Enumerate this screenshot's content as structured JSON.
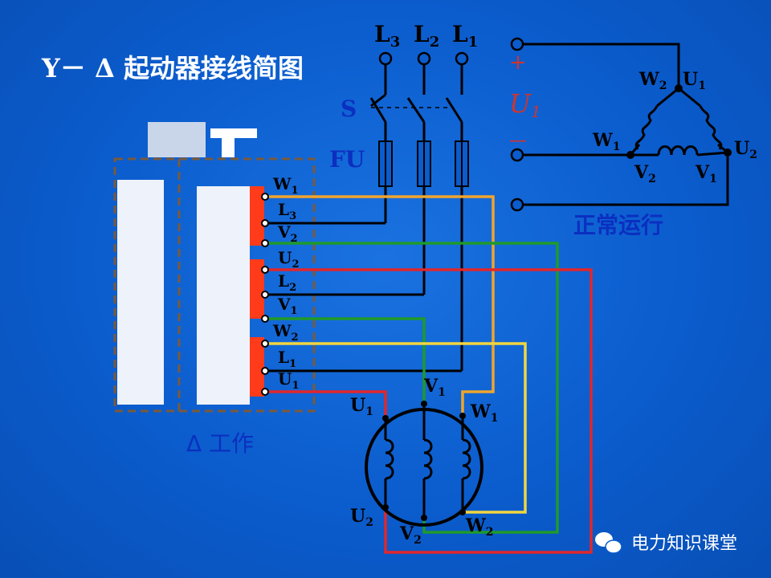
{
  "title": "Y－ Δ 起动器接线简图",
  "lines_top": {
    "L3": "L",
    "L3_sub": "3",
    "L2": "L",
    "L2_sub": "2",
    "L1": "L",
    "L1_sub": "1"
  },
  "switch_label": "S",
  "fuse_label": "FU",
  "starter_terminals": [
    {
      "letter": "W",
      "sub": "1"
    },
    {
      "letter": "L",
      "sub": "3"
    },
    {
      "letter": "V",
      "sub": "2"
    },
    {
      "letter": "U",
      "sub": "2"
    },
    {
      "letter": "L",
      "sub": "2"
    },
    {
      "letter": "V",
      "sub": "1"
    },
    {
      "letter": "W",
      "sub": "2"
    },
    {
      "letter": "L",
      "sub": "1"
    },
    {
      "letter": "U",
      "sub": "1"
    }
  ],
  "delta_work_label": "Δ 工作",
  "motor_labels": {
    "v1": {
      "letter": "V",
      "sub": "1"
    },
    "u1": {
      "letter": "U",
      "sub": "1"
    },
    "w1": {
      "letter": "W",
      "sub": "1"
    },
    "u2": {
      "letter": "U",
      "sub": "2"
    },
    "v2": {
      "letter": "V",
      "sub": "2"
    },
    "w2": {
      "letter": "W",
      "sub": "2"
    }
  },
  "supply": {
    "plus": "+",
    "minus": "—",
    "voltage": "U",
    "voltage_sub": "1"
  },
  "delta_labels": {
    "w2": {
      "letter": "W",
      "sub": "2"
    },
    "u1": {
      "letter": "U",
      "sub": "1"
    },
    "w1": {
      "letter": "W",
      "sub": "1"
    },
    "u2": {
      "letter": "U",
      "sub": "2"
    },
    "v2": {
      "letter": "V",
      "sub": "2"
    },
    "v1": {
      "letter": "V",
      "sub": "1"
    }
  },
  "normal_run": "正常运行",
  "watermark": "电力知识课堂",
  "colors": {
    "background": "#0b5ccd",
    "orange": "#f0a52c",
    "green": "#1f9a2a",
    "red": "#e2262a",
    "yellow": "#f2d640",
    "contact": "#ff3b1a"
  }
}
